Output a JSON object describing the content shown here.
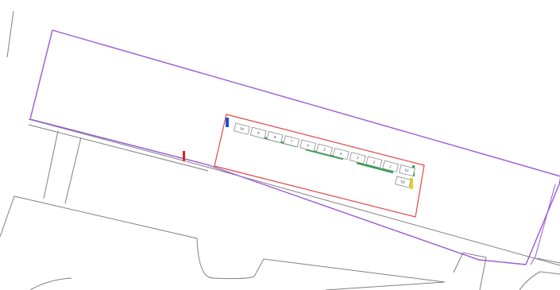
{
  "colors": {
    "background": "#ffffff",
    "street_lines": "#808080",
    "building_outline": "#9b59d6",
    "zone_outline": "#e04848",
    "slot_outline": "#8a8a8a",
    "green_marker": "#2ea44f",
    "blue_marker": "#1a4fd6",
    "yellow_marker": "#e8d21a",
    "red_marker": "#e02020"
  },
  "slots": {
    "top_row": [
      "10",
      "9",
      "8",
      "7",
      "6",
      "5",
      "4",
      "3",
      "2",
      "1",
      "E1"
    ],
    "bottom": "E2"
  }
}
